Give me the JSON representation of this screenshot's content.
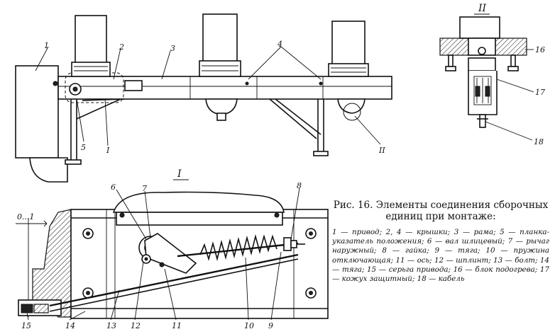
{
  "views": {
    "top_section_mark": "II",
    "bottom_section_mark": "I"
  },
  "labels": {
    "l1": "1",
    "l2": "2",
    "l3": "3",
    "l4": "4",
    "l5": "5",
    "sec_I_top": "I",
    "sec_II_top": "II",
    "l6": "6",
    "l7": "7",
    "l8": "8",
    "l9": "9",
    "l10": "10",
    "l11": "11",
    "l12": "12",
    "l13": "13",
    "l14": "14",
    "l15": "15",
    "l16": "16",
    "l17": "17",
    "l18": "18",
    "dim": "0...1"
  },
  "caption": {
    "title": "Рис. 16. Элементы соединения сборочных единиц при монтаже:",
    "body": "1 — привод; 2, 4 — крышки; 3 — рама; 5 — планка-указатель положения; 6 — вал шлицевый; 7 — рычаг наружный; 8 — гайка; 9 — тяга; 10 — пружина отключающая; 11 — ось; 12 — шплинт; 13 — болт; 14 — тяга; 15 — серьга привода; 16 — блок подогрева; 17 — кожух защитный; 18 — кабель"
  }
}
